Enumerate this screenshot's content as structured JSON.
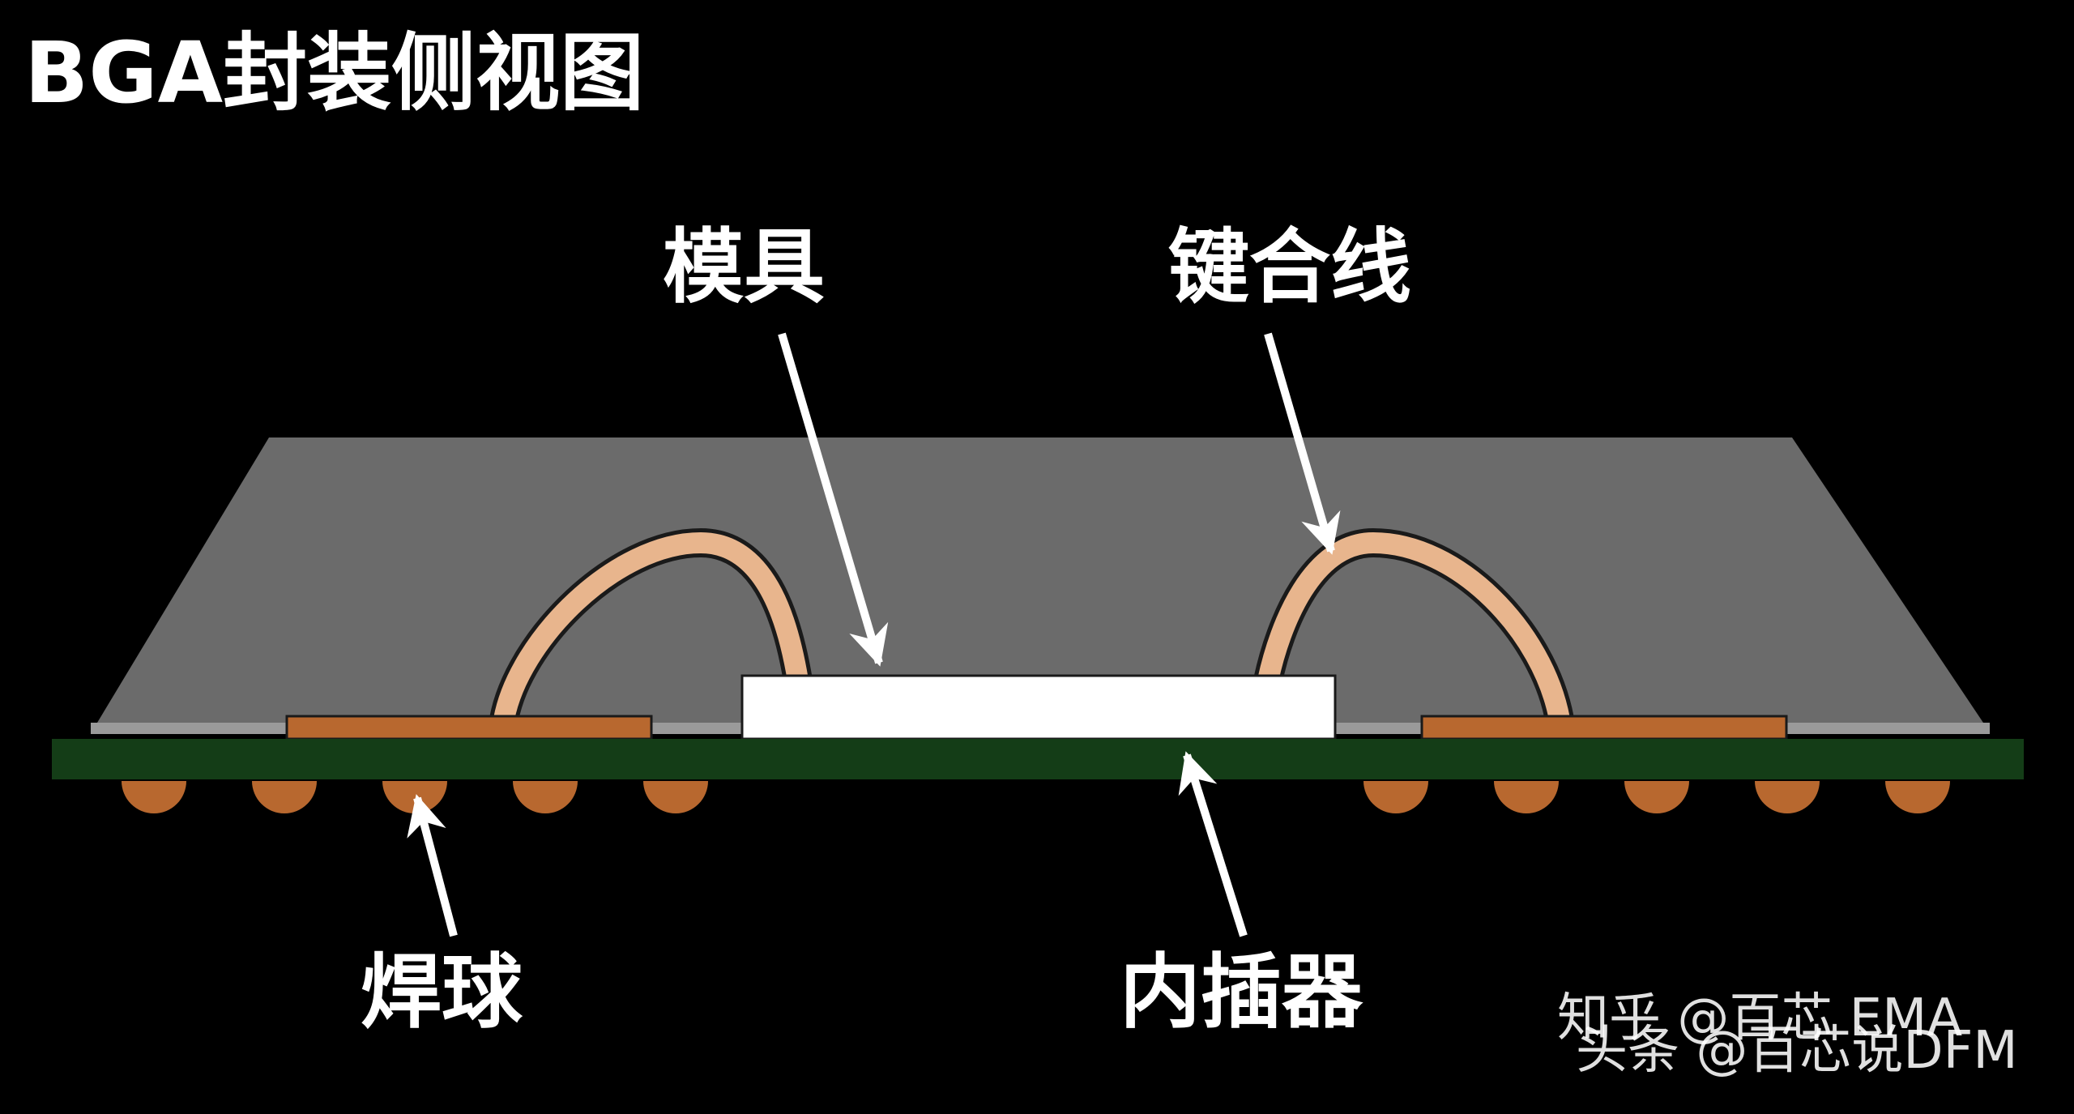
{
  "title": "BGA封装侧视图",
  "labels": {
    "die": "模具",
    "bond_wire": "键合线",
    "solder_ball": "焊球",
    "interposer": "内插器"
  },
  "watermarks": {
    "zhihu": "知乎 @百芯 EMA",
    "toutiao": "头条 @百芯说DFM"
  },
  "colors": {
    "background": "#000000",
    "mold": "#6b6b6b",
    "substrate": "#143d17",
    "pad": "#b8682f",
    "ball": "#b8682f",
    "wire": "#e8b58d",
    "die": "#ffffff",
    "text": "#ffffff"
  }
}
